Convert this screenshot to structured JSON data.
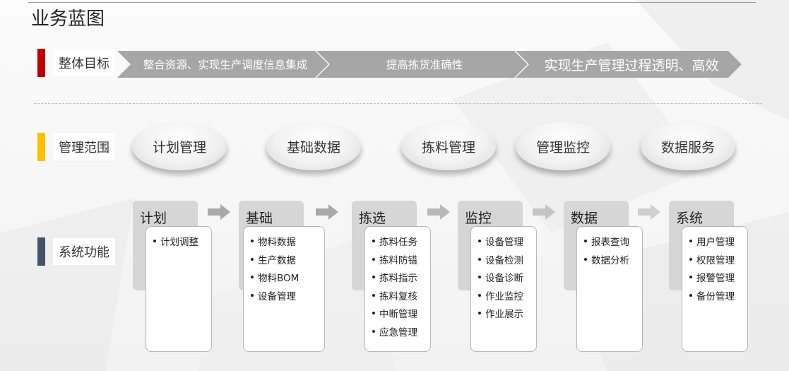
{
  "title": "业务蓝图",
  "colors": {
    "red_bar": "#c00000",
    "yellow_bar": "#ffc000",
    "blue_bar": "#44546a",
    "chevron": "#a6a6a6",
    "tab": "#d6d6d6",
    "arrow": "#a9a9a9"
  },
  "rows": {
    "goal": "整体目标",
    "scope": "管理范围",
    "function": "系统功能"
  },
  "goals": [
    "整合资源、实现生产调度信息集成",
    "提高拣货准确性",
    "实现生产管理过程透明、高效"
  ],
  "scopes": [
    "计划管理",
    "基础数据",
    "拣料管理",
    "管理监控",
    "数据服务"
  ],
  "functions": [
    {
      "title": "计划",
      "items": [
        "计划调整"
      ]
    },
    {
      "title": "基础",
      "items": [
        "物料数据",
        "生产数据",
        "物料BOM",
        "设备管理"
      ]
    },
    {
      "title": "拣选",
      "items": [
        "拣料任务",
        "拣料防错",
        "拣料指示",
        "拣料复核",
        "中断管理",
        "应急管理"
      ]
    },
    {
      "title": "监控",
      "items": [
        "设备管理",
        "设备检测",
        "设备诊断",
        "作业监控",
        "作业展示"
      ]
    },
    {
      "title": "数据",
      "items": [
        "报表查询",
        "数据分析"
      ]
    },
    {
      "title": "系统",
      "items": [
        "用户管理",
        "权限管理",
        "报警管理",
        "备份管理"
      ]
    }
  ]
}
